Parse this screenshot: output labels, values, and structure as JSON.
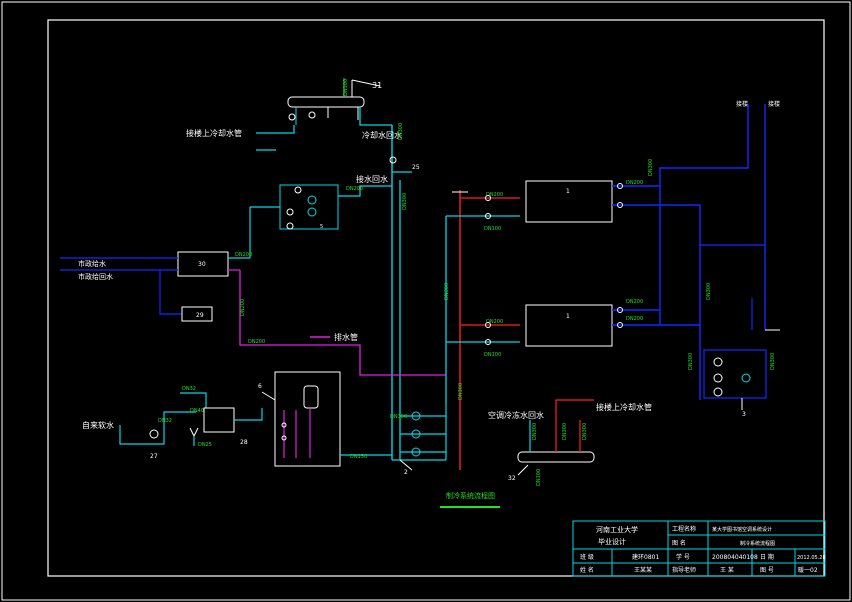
{
  "drawing_title": "制冷系统流程图",
  "colors": {
    "white": "#ffffff",
    "cyan": "#00d8e8",
    "blue": "#1428ff",
    "red": "#ff2020",
    "magenta": "#e020e0",
    "green": "#22e022",
    "yellow": "#ffff40"
  },
  "labels": {
    "makeup_supply": "接楼上冷却水管",
    "cooling_return": "冷却水回水",
    "makeup_short": "接水回水",
    "city_supply": "市政给水",
    "city_return": "市政给回水",
    "drain": "排水管",
    "soft_water": "自来软水",
    "ac_return": "空调冷冻水回水",
    "roof_supply": "接楼上冷却水管",
    "top_right_1": "接楼",
    "top_right_2": "接楼"
  },
  "pipe_sizes": {
    "dn100_a": "DN100",
    "dn300_a": "DN300",
    "dn300_b": "DN300",
    "dn200_a": "DN200",
    "dn200_b": "DN200",
    "dn200_c": "DN200",
    "dn200_d": "DN200",
    "dn32_a": "DN32",
    "dn32_b": "DN32",
    "dn40": "DN40",
    "dn25": "DN25",
    "dn300_c": "DN300",
    "dn300_d": "DN300",
    "dn200_e": "DN200",
    "dn200_f": "DN200",
    "dn200_g": "DN200",
    "dn200_h": "DN200",
    "dn200_i": "DN200",
    "dn300_e": "DN300",
    "dn300_f": "DN300",
    "dn300_g": "DN300",
    "dn300_h": "DN300",
    "dn100_b": "DN100",
    "dn100_c": "DN100",
    "dn300_i": "DN300",
    "dn300_j": "DN300",
    "dn100_d": "DN100",
    "dn300_k": "DN300",
    "dn300_l": "DN300",
    "dn150": "DN150"
  },
  "tags": {
    "t31": "31",
    "t25": "25",
    "t30": "30",
    "t29": "29",
    "t6": "6",
    "t28": "28",
    "t27": "27",
    "t32": "32",
    "t2": "2",
    "t3": "3",
    "t5": "5",
    "t1a": "1",
    "t1b": "1"
  },
  "title_block": {
    "school": "河南工业大学",
    "design": "毕业设计",
    "proj_label": "工程名称",
    "proj_value": "某大学图书馆空调系统设计",
    "fig_label": "图   名",
    "fig_value": "制冷系统流程图",
    "class_label": "班   级",
    "class_value": "建环0801",
    "id_label": "学   号",
    "id_value": "200804040108",
    "date_label": "日   期",
    "date_value": "2012.05.28",
    "name_label": "姓   名",
    "name_value": "王某某",
    "tutor_label": "指导老师",
    "tutor_value": "王   某",
    "sheet_label": "图   号",
    "sheet_value": "暖一02"
  }
}
